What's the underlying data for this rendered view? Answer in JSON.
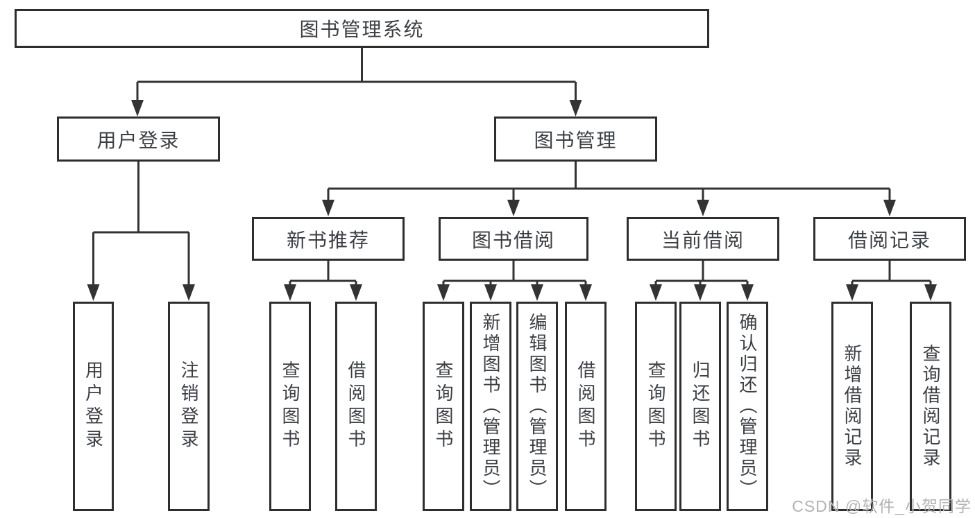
{
  "diagram": {
    "type": "hierarchy-tree",
    "colors": {
      "background": "#ffffff",
      "line": "#333333",
      "box_border": "#2e2e2e",
      "text": "#3b3f44",
      "watermark_text": "#b3b3b3"
    },
    "nodes": {
      "root": {
        "label": "图书管理系统"
      },
      "branches": [
        {
          "label": "用户登录"
        },
        {
          "label": "图书管理"
        }
      ],
      "modules": [
        {
          "label": "新书推荐",
          "parent": "图书管理"
        },
        {
          "label": "图书借阅",
          "parent": "图书管理"
        },
        {
          "label": "当前借阅",
          "parent": "图书管理"
        },
        {
          "label": "借阅记录",
          "parent": "图书管理"
        }
      ],
      "leaves": [
        {
          "label": "用户登录",
          "parent": "用户登录"
        },
        {
          "label": "注销登录",
          "parent": "用户登录"
        },
        {
          "label": "查询图书",
          "parent": "新书推荐"
        },
        {
          "label": "借阅图书",
          "parent": "新书推荐"
        },
        {
          "label": "查询图书",
          "parent": "图书借阅"
        },
        {
          "label": "新增图书（管理员）",
          "parent": "图书借阅"
        },
        {
          "label": "编辑图书（管理员）",
          "parent": "图书借阅"
        },
        {
          "label": "借阅图书",
          "parent": "图书借阅"
        },
        {
          "label": "查询图书",
          "parent": "当前借阅"
        },
        {
          "label": "归还图书",
          "parent": "当前借阅"
        },
        {
          "label": "确认归还（管理员）",
          "parent": "当前借阅"
        },
        {
          "label": "新增借阅记录",
          "parent": "借阅记录"
        },
        {
          "label": "查询借阅记录",
          "parent": "借阅记录"
        }
      ]
    },
    "watermark": "CSDN @软件_小贺同学"
  }
}
